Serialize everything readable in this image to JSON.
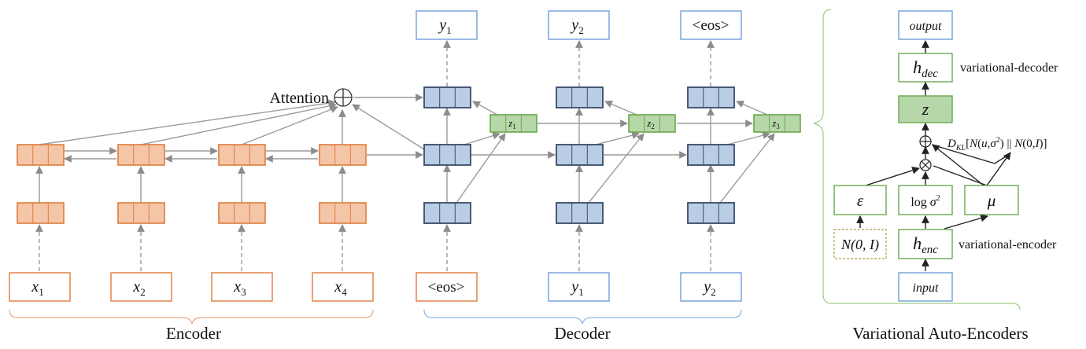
{
  "sections": {
    "encoder": "Encoder",
    "decoder": "Decoder",
    "vae": "Variational Auto-Encoders"
  },
  "encoder": {
    "inputs": [
      "x1",
      "x2",
      "x3",
      "x4"
    ],
    "attention_label": "Attention"
  },
  "decoder": {
    "outputs": [
      "y1",
      "y2",
      "<eos>"
    ],
    "inputs": [
      "<eos>",
      "y1",
      "y2"
    ],
    "latents": [
      "z1",
      "z2",
      "z3"
    ]
  },
  "vae": {
    "output": "output",
    "h_dec": "h_dec",
    "dec_label": "variational-decoder",
    "z": "z",
    "kl": "D_KL[N(u,σ²) || N(0,I)]",
    "eps": "ε",
    "log_var": "log σ²",
    "mu": "μ",
    "prior": "N(0, I)",
    "h_enc": "h_enc",
    "enc_label": "variational-encoder",
    "input": "input"
  },
  "colors": {
    "orange_fill": "#f4c6a8",
    "orange_stroke": "#e07b3b",
    "blue_fill": "#b9cde4",
    "blue_stroke": "#3a4a6a",
    "green_fill": "#b6d7a8",
    "green_stroke": "#6aa84f",
    "io_blue": "#6fa0d8",
    "arrow": "#9a9a9a"
  }
}
